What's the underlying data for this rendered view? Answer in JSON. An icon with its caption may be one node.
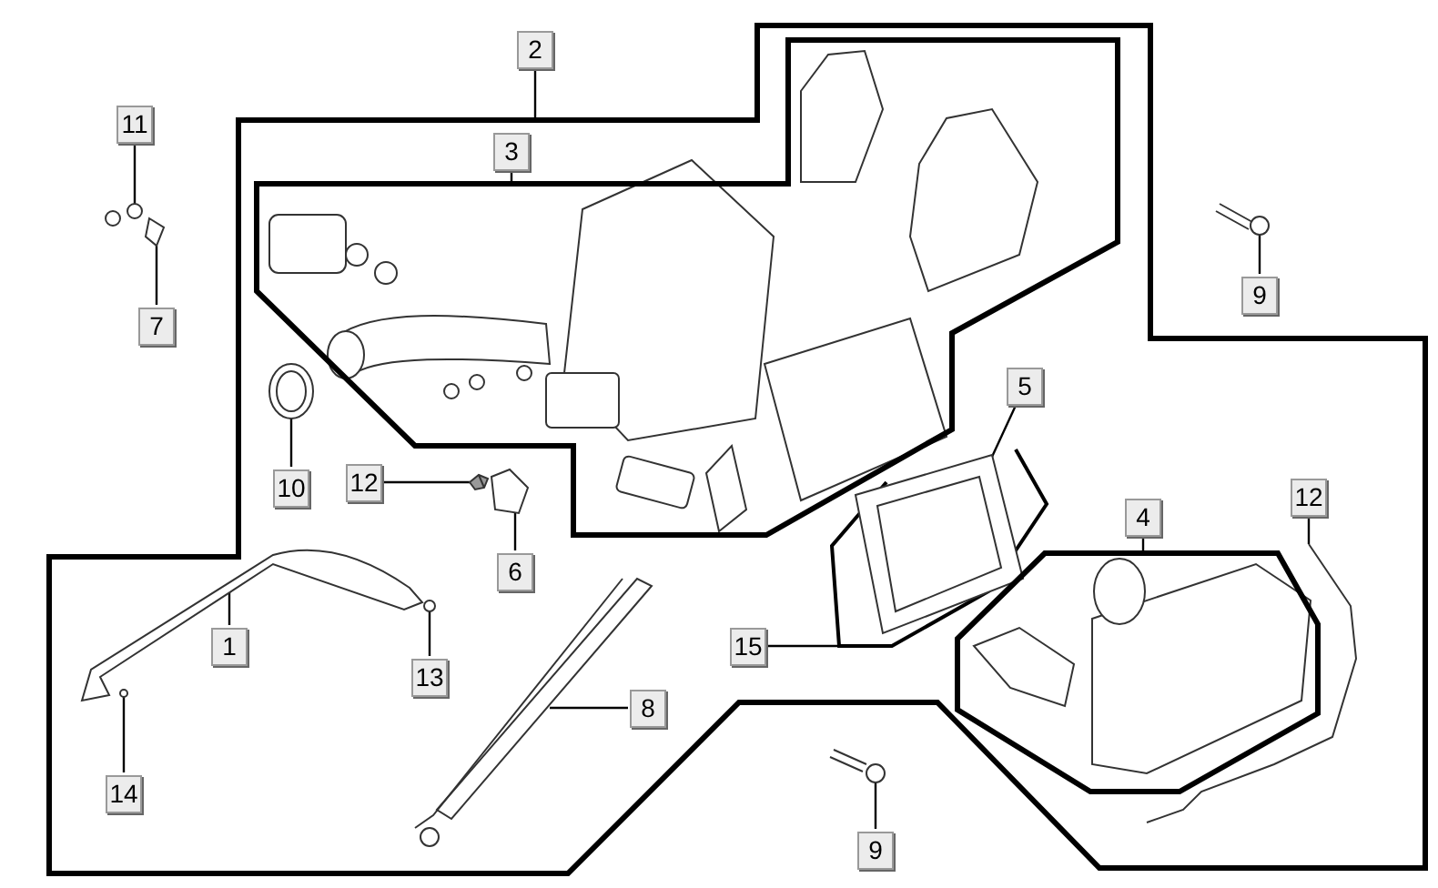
{
  "diagram": {
    "nodes": [
      {
        "text": [
          "2"
        ]
      },
      {
        "text": [],
        "shape": "box"
      },
      {
        "text": [
          "3"
        ],
        "in": 1
      },
      {
        "text": [],
        "shape": "box",
        "in": 1
      },
      {
        "text": [
          "11"
        ]
      },
      {
        "text": [],
        "shape": "picture"
      },
      {
        "text": [
          "9"
        ]
      },
      {
        "text": [],
        "shape": "picture"
      },
      {
        "text": [
          "7"
        ]
      },
      {
        "text": [],
        "shape": "picture"
      },
      {
        "text": [
          "5"
        ],
        "in": 1
      },
      {
        "text": [],
        "shape": "box",
        "in": 1
      },
      {
        "text": [],
        "shape": "picture",
        "in": 11
      },
      {
        "text": [],
        "shape": "picture",
        "in": 1
      },
      {
        "text": [
          "10"
        ],
        "in": 1
      },
      {
        "text": [
          "12"
        ],
        "in": 1
      },
      {
        "text": [],
        "shape": "picture",
        "in": 1
      },
      {
        "text": [
          "12"
        ],
        "in": 1
      },
      {
        "text": [],
        "shape": "picture",
        "in": 1
      },
      {
        "text": [
          "4"
        ],
        "in": 1
      },
      {
        "text": [],
        "shape": "box",
        "in": 1
      },
      {
        "text": [],
        "shape": "picture",
        "in": 1
      },
      {
        "text": [
          "6"
        ],
        "in": 1
      },
      {
        "text": [],
        "shape": "picture",
        "in": 1
      },
      {
        "text": [
          "1"
        ],
        "in": 1
      },
      {
        "text": [
          "15"
        ],
        "in": 1
      },
      {
        "text": [],
        "shape": "picture",
        "in": 1
      },
      {
        "text": [
          "13"
        ],
        "in": 1
      },
      {
        "text": [],
        "shape": "picture",
        "in": 1
      },
      {
        "text": [
          "8"
        ],
        "in": 1
      },
      {
        "text": [],
        "shape": "picture",
        "in": 1
      },
      {
        "text": [
          "14"
        ],
        "in": 1
      },
      {
        "text": [],
        "shape": "picture"
      },
      {
        "text": [
          "9"
        ]
      }
    ],
    "edges": [
      {
        "from": 0,
        "to": 1,
        "arrow": "none"
      },
      {
        "from": 2,
        "to": 3,
        "arrow": "none"
      },
      {
        "from": 4,
        "to": 5,
        "arrow": "none"
      },
      {
        "from": 6,
        "to": 7,
        "arrow": "none"
      },
      {
        "from": 8,
        "to": 9,
        "arrow": "none"
      },
      {
        "from": 10,
        "to": 12,
        "arrow": "none"
      },
      {
        "from": 14,
        "to": 13,
        "arrow": "none"
      },
      {
        "from": 15,
        "to": 16,
        "arrow": "none"
      },
      {
        "from": 17,
        "to": 18,
        "arrow": "none"
      },
      {
        "from": 19,
        "to": 20,
        "arrow": "none"
      },
      {
        "from": 22,
        "to": 21,
        "arrow": "none"
      },
      {
        "from": 24,
        "to": 23,
        "arrow": "none"
      },
      {
        "from": 25,
        "to": 11,
        "arrow": "none"
      },
      {
        "from": 27,
        "to": 26,
        "arrow": "none"
      },
      {
        "from": 29,
        "to": 28,
        "arrow": "none"
      },
      {
        "from": 31,
        "to": 30,
        "arrow": "none"
      },
      {
        "from": 33,
        "to": 32,
        "arrow": "none"
      }
    ]
  }
}
